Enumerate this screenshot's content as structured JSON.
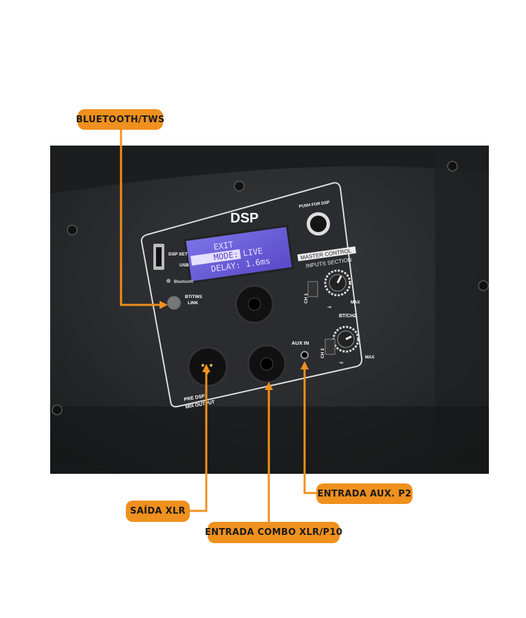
{
  "callouts": {
    "bluetooth": "BLUETOOTH/TWS",
    "xlr_out": "SAÍDA XLR",
    "combo_in": "ENTRADA COMBO XLR/P10",
    "aux_in": "ENTRADA AUX. P2"
  },
  "panel": {
    "title": "DSP",
    "lcd_line1": "EXIT",
    "lcd_line2_sel": "MODE:",
    "lcd_line2_val": "LIVE",
    "lcd_line3": "DELAY: 1.6ms",
    "push_label": "PUSH FOR DSP",
    "dsp_set": "DSP SET",
    "usb": "USB",
    "bluetooth": "Bluetooth",
    "bt_link_1": "BT/TWS",
    "bt_link_2": "LINK",
    "master_control": "MASTER CONTROL",
    "inputs_section": "INPUTS SECTION",
    "ch1": "CH 1",
    "ch2": "CH 2",
    "bt_ch2": "BT/CH2",
    "max1": "MAX",
    "max2": "MAX",
    "min1": "-∞",
    "min2": "-∞",
    "aux_in": "AUX IN",
    "pre_dsp_1": "PRE DSP",
    "pre_dsp_2": "MIX OUTPUT"
  },
  "colors": {
    "accent": "#f0901e",
    "lcd": "#6a5fd8"
  }
}
